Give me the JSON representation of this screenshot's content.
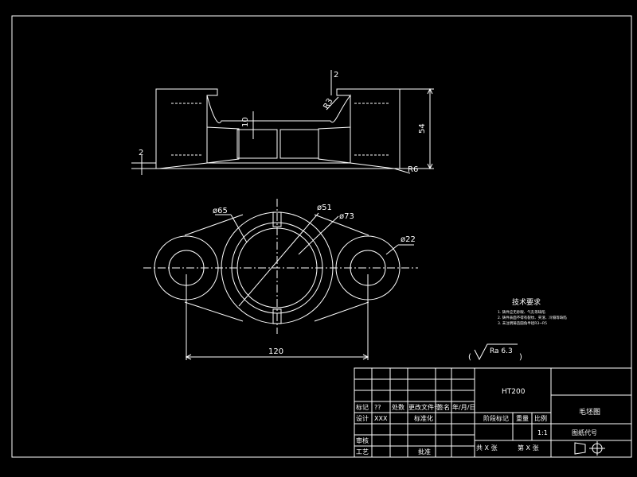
{
  "drawing": {
    "material": "HT200",
    "drawing_title": "毛坯图",
    "drawing_code_label": "图纸代号",
    "scale_value": "1:1",
    "roughness": "Ra 6.3"
  },
  "dimensions": {
    "top_thickness": "2",
    "left_offset": "2",
    "height": "54",
    "fillet_r3": "R3",
    "fillet_r6": "R6",
    "d65": "ø65",
    "d51": "ø51",
    "d73": "ø73",
    "d22": "ø22",
    "center_distance": "120"
  },
  "tech_req": {
    "title": "技术要求",
    "items": [
      "1. 铸件应无砂眼、气孔等缺陷",
      "2. 铸件表面不得有裂纹、夹渣、冷隔等缺陷",
      "3. 未注明铸造圆角半径R3~R5"
    ]
  },
  "title_block": {
    "mark": "标记",
    "qq": "??",
    "count": "处数",
    "change_doc": "更改文件号",
    "sign": "签名",
    "date": "年/月/日",
    "design": "设计",
    "designer": "XXX",
    "standard": "标准化",
    "review": "审核",
    "process": "工艺",
    "approve": "批准",
    "stage": "阶段标记",
    "weight": "重量",
    "scale": "比例",
    "total": "共 X 张",
    "sheet": "第 X 张"
  }
}
